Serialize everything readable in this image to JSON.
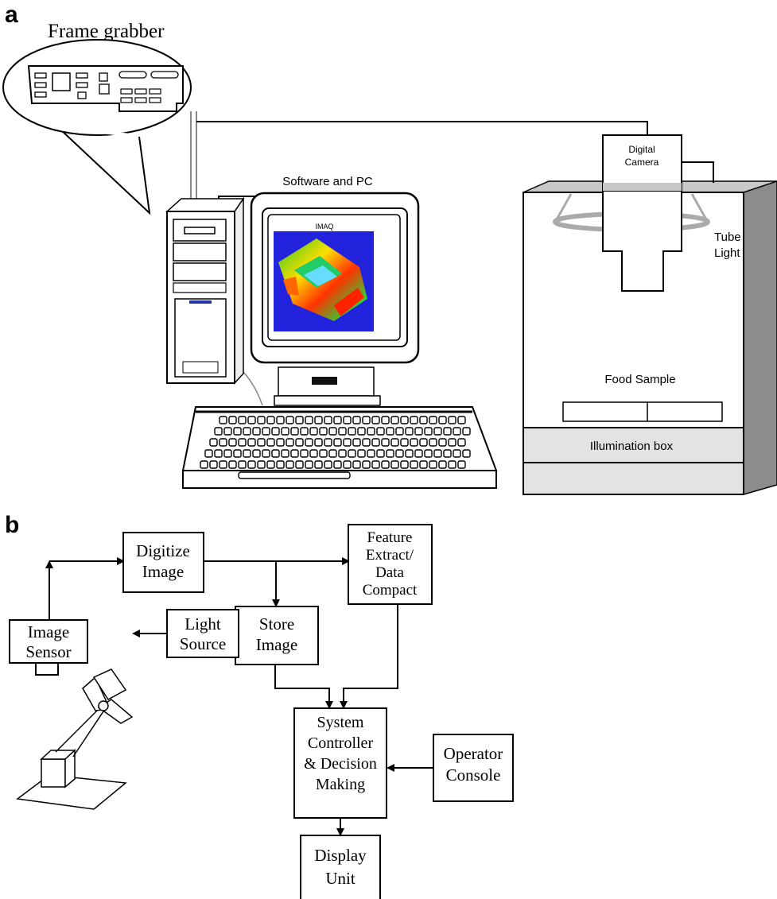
{
  "panel_a": {
    "letter": "a",
    "frame_grabber_label": "Frame grabber",
    "software_label": "Software and PC",
    "screen_title": "IMAQ",
    "camera_label_line1": "Digital",
    "camera_label_line2": "Camera",
    "tube_light_line1": "Tube",
    "tube_light_line2": "Light",
    "food_sample_label": "Food Sample",
    "illumination_label": "Illumination  box"
  },
  "panel_b": {
    "letter": "b",
    "digitize": [
      "Digitize",
      "Image"
    ],
    "feature": [
      "Feature",
      "Extract/",
      "Data",
      "Compact"
    ],
    "store": [
      "Store",
      "Image"
    ],
    "sensor": [
      "Image",
      "Sensor"
    ],
    "light": [
      "Light",
      "Source"
    ],
    "controller": [
      "System",
      "Controller",
      "& Decision",
      "Making"
    ],
    "operator": [
      "Operator",
      "Console"
    ],
    "display": [
      "Display",
      "Unit"
    ]
  },
  "colors": {
    "line": "#000000",
    "cabinet_side": "#8c8c8c",
    "illumination_fill": "#e3e3e3",
    "screen_bg": "#2222dd",
    "ring_light": "#aaaaaa"
  }
}
